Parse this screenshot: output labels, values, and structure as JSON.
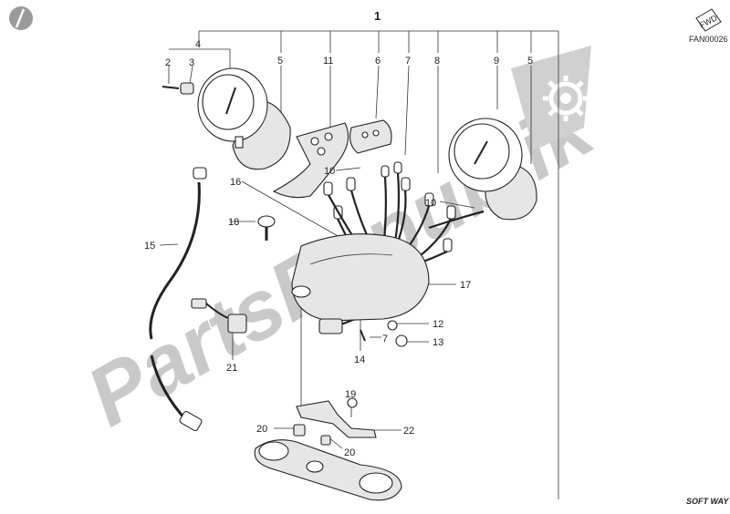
{
  "diagram": {
    "figure_code": "FAN00026",
    "fwd_badge": "FWD",
    "watermark": "PartsRepublik",
    "footer_logo": "SOFT WAY",
    "callouts": [
      {
        "id": "c1",
        "label": "1"
      },
      {
        "id": "c2",
        "label": "2"
      },
      {
        "id": "c3",
        "label": "3"
      },
      {
        "id": "c4",
        "label": "4"
      },
      {
        "id": "c5a",
        "label": "5"
      },
      {
        "id": "c5b",
        "label": "5"
      },
      {
        "id": "c6",
        "label": "6"
      },
      {
        "id": "c7a",
        "label": "7"
      },
      {
        "id": "c7b",
        "label": "7"
      },
      {
        "id": "c8",
        "label": "8"
      },
      {
        "id": "c9",
        "label": "9"
      },
      {
        "id": "c10a",
        "label": "10"
      },
      {
        "id": "c10b",
        "label": "10"
      },
      {
        "id": "c11",
        "label": "11"
      },
      {
        "id": "c12",
        "label": "12"
      },
      {
        "id": "c13",
        "label": "13"
      },
      {
        "id": "c14",
        "label": "14"
      },
      {
        "id": "c15",
        "label": "15"
      },
      {
        "id": "c16",
        "label": "16"
      },
      {
        "id": "c17",
        "label": "17"
      },
      {
        "id": "c18",
        "label": "18"
      },
      {
        "id": "c19",
        "label": "19"
      },
      {
        "id": "c20a",
        "label": "20"
      },
      {
        "id": "c20b",
        "label": "20"
      },
      {
        "id": "c21",
        "label": "21"
      },
      {
        "id": "c22",
        "label": "22"
      }
    ]
  }
}
